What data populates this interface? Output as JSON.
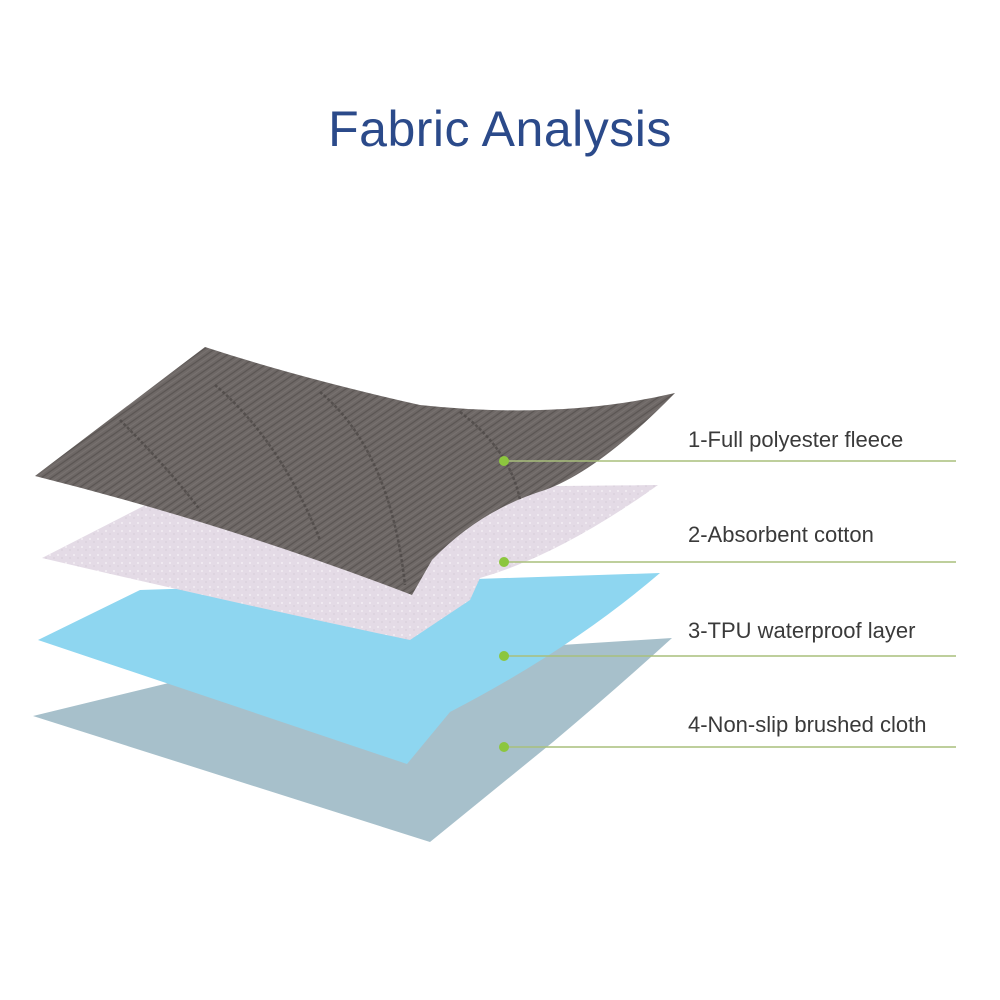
{
  "title": "Fabric Analysis",
  "colors": {
    "title": "#2b4a8a",
    "marker": "#8cc63e",
    "leader_line": "#a9bf7c",
    "layer_fleece": "#6e6866",
    "layer_cotton": "#e4dbe6",
    "layer_tpu": "#8ed6f0",
    "layer_brushed": "#a7c0cb"
  },
  "layers": [
    {
      "label": "1-Full polyester fleece"
    },
    {
      "label": "2-Absorbent cotton"
    },
    {
      "label": "3-TPU waterproof layer"
    },
    {
      "label": "4-Non-slip brushed cloth"
    }
  ]
}
